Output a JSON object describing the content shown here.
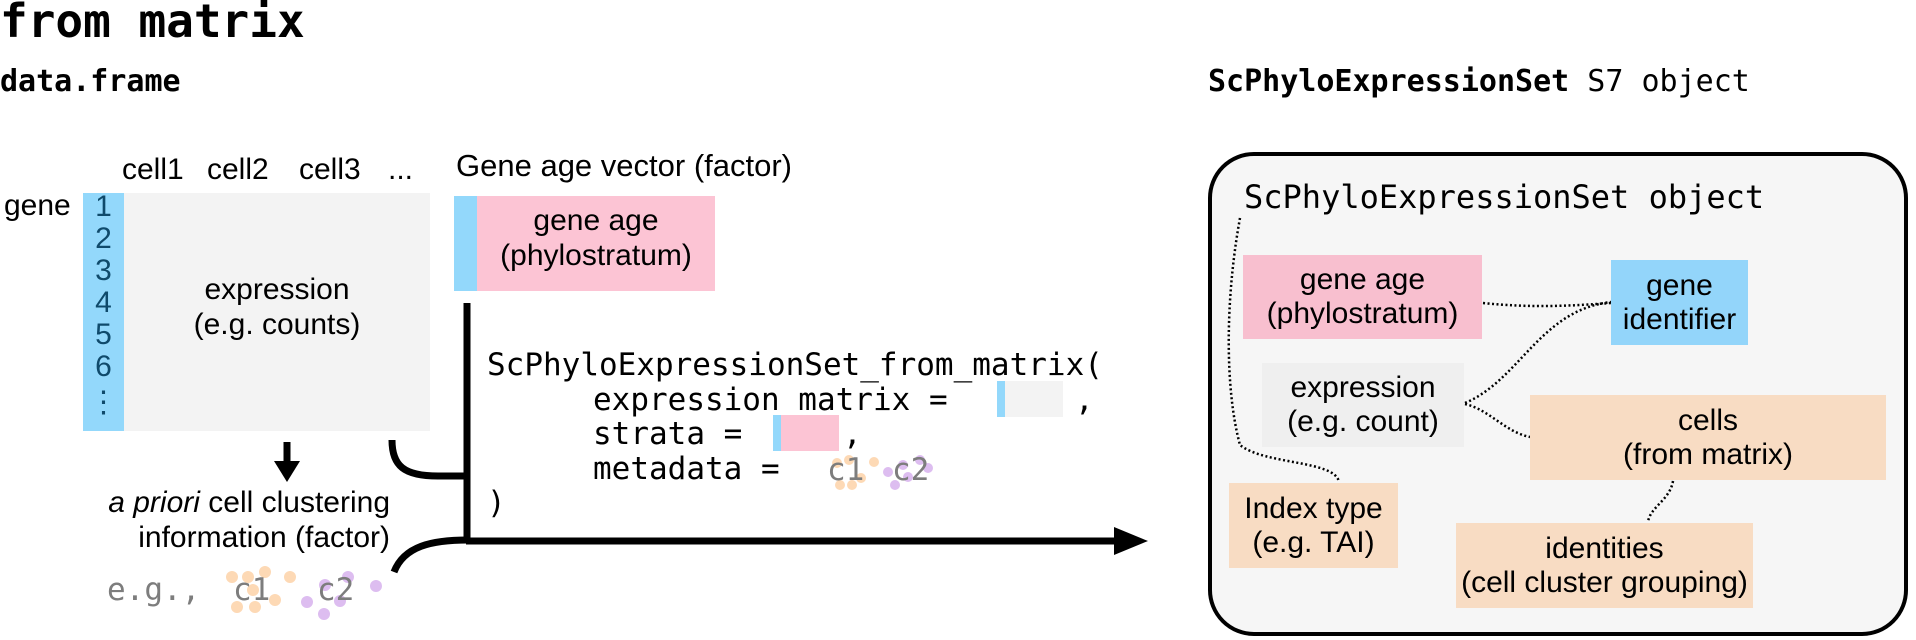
{
  "title": "from matrix",
  "dataframe_label": "data.frame",
  "object_heading": {
    "bold": "ScPhyloExpressionSet",
    "rest": " S7 object"
  },
  "matrix": {
    "row_label": "gene",
    "column_headers": [
      "cell1",
      "cell2",
      "cell3",
      "..."
    ],
    "row_numbers": [
      "1",
      "2",
      "3",
      "4",
      "5",
      "6",
      "⋮"
    ],
    "body_line1": "expression",
    "body_line2": "(e.g. counts)"
  },
  "gene_age_vector": {
    "label": "Gene age vector (factor)",
    "line1": "gene age",
    "line2": "(phylostratum)"
  },
  "clustering": {
    "italic": "a priori",
    "line1_rest": " cell clustering",
    "line2": "information (factor)",
    "example_prefix": "e.g., ",
    "example_c1": "c1",
    "example_c2": "c2"
  },
  "code": {
    "function": "ScPhyloExpressionSet_from_matrix(",
    "arg1": "expression_matrix =",
    "arg2": "strata =",
    "arg3": "metadata = ",
    "comma": ",",
    "close": ")",
    "c1": "c1",
    "c2": "c2"
  },
  "object_box": {
    "title": "ScPhyloExpressionSet object",
    "nodes": {
      "gene_age": {
        "line1": "gene age",
        "line2": "(phylostratum)"
      },
      "gene_identifier": {
        "line1": "gene",
        "line2": "identifier"
      },
      "expression": {
        "line1": "expression",
        "line2": "(e.g. count)"
      },
      "cells": {
        "line1": "cells",
        "line2": "(from matrix)"
      },
      "index_type": {
        "line1": "Index type",
        "line2": "(e.g. TAI)"
      },
      "identities": {
        "line1": "identities",
        "line2": "(cell cluster grouping)"
      }
    }
  },
  "colors": {
    "gene_id_blue": "#93d8fb",
    "gene_age_pink": "#fcc4d4",
    "expression_grey": "#f3f3f3",
    "cells_peach": "#f8dcc3",
    "cluster1_orange": "#fdd9b5",
    "cluster2_purple": "#ddbdf0"
  }
}
